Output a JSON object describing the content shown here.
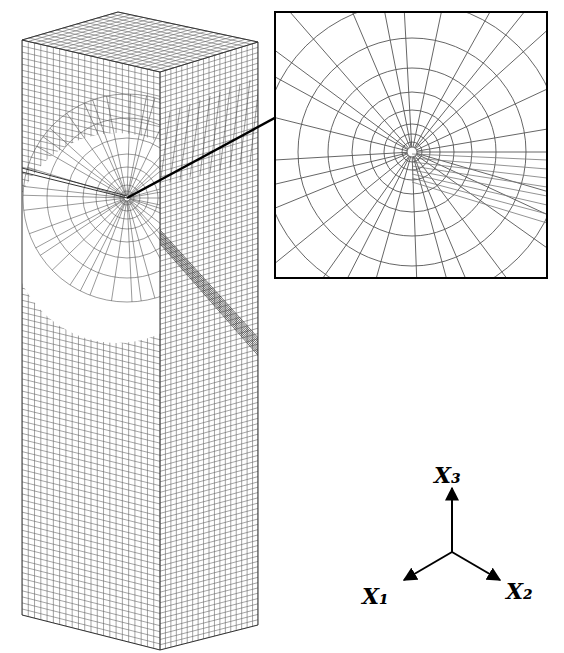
{
  "diagram": {
    "labels": [
      "X₃",
      "X₁",
      "X₂"
    ]
  }
}
